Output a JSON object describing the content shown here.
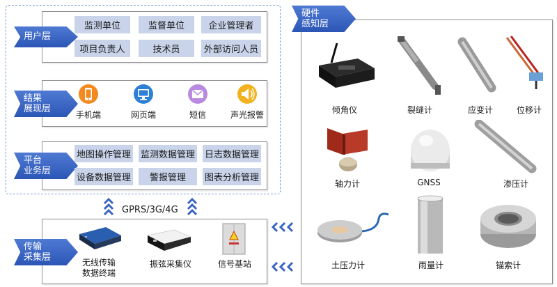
{
  "layers": {
    "user": {
      "title": "用户层",
      "cells": [
        "监测单位",
        "监督单位",
        "企业管理者",
        "项目负责人",
        "技术员",
        "外部访问人员"
      ]
    },
    "result": {
      "title": [
        "结果",
        "展现层"
      ],
      "items": [
        "手机端",
        "网页端",
        "短信",
        "声光报警"
      ]
    },
    "platform": {
      "title": [
        "平台",
        "业务层"
      ],
      "cells": [
        "地图操作管理",
        "监测数据管理",
        "日志数据管理",
        "设备数据管理",
        "警报管理",
        "图表分析管理"
      ]
    },
    "transport": {
      "title": [
        "传输",
        "采集层"
      ],
      "devices": [
        [
          "无线传输",
          "数据终端"
        ],
        [
          "振弦采集仪"
        ],
        [
          "信号基站"
        ]
      ]
    },
    "hardware": {
      "title": [
        "硬件",
        "感知层"
      ],
      "sensors": [
        "倾角仪",
        "裂缝计",
        "应变计",
        "位移计",
        "轴力计",
        "GNSS",
        "渗压计",
        "土压力计",
        "雨量计",
        "锚索计"
      ]
    }
  },
  "link_label": "GPRS/3G/4G",
  "colors": {
    "accent": "#2f5bbd",
    "cell": "#c9d4ea",
    "dashed": "#7a9cd6"
  }
}
